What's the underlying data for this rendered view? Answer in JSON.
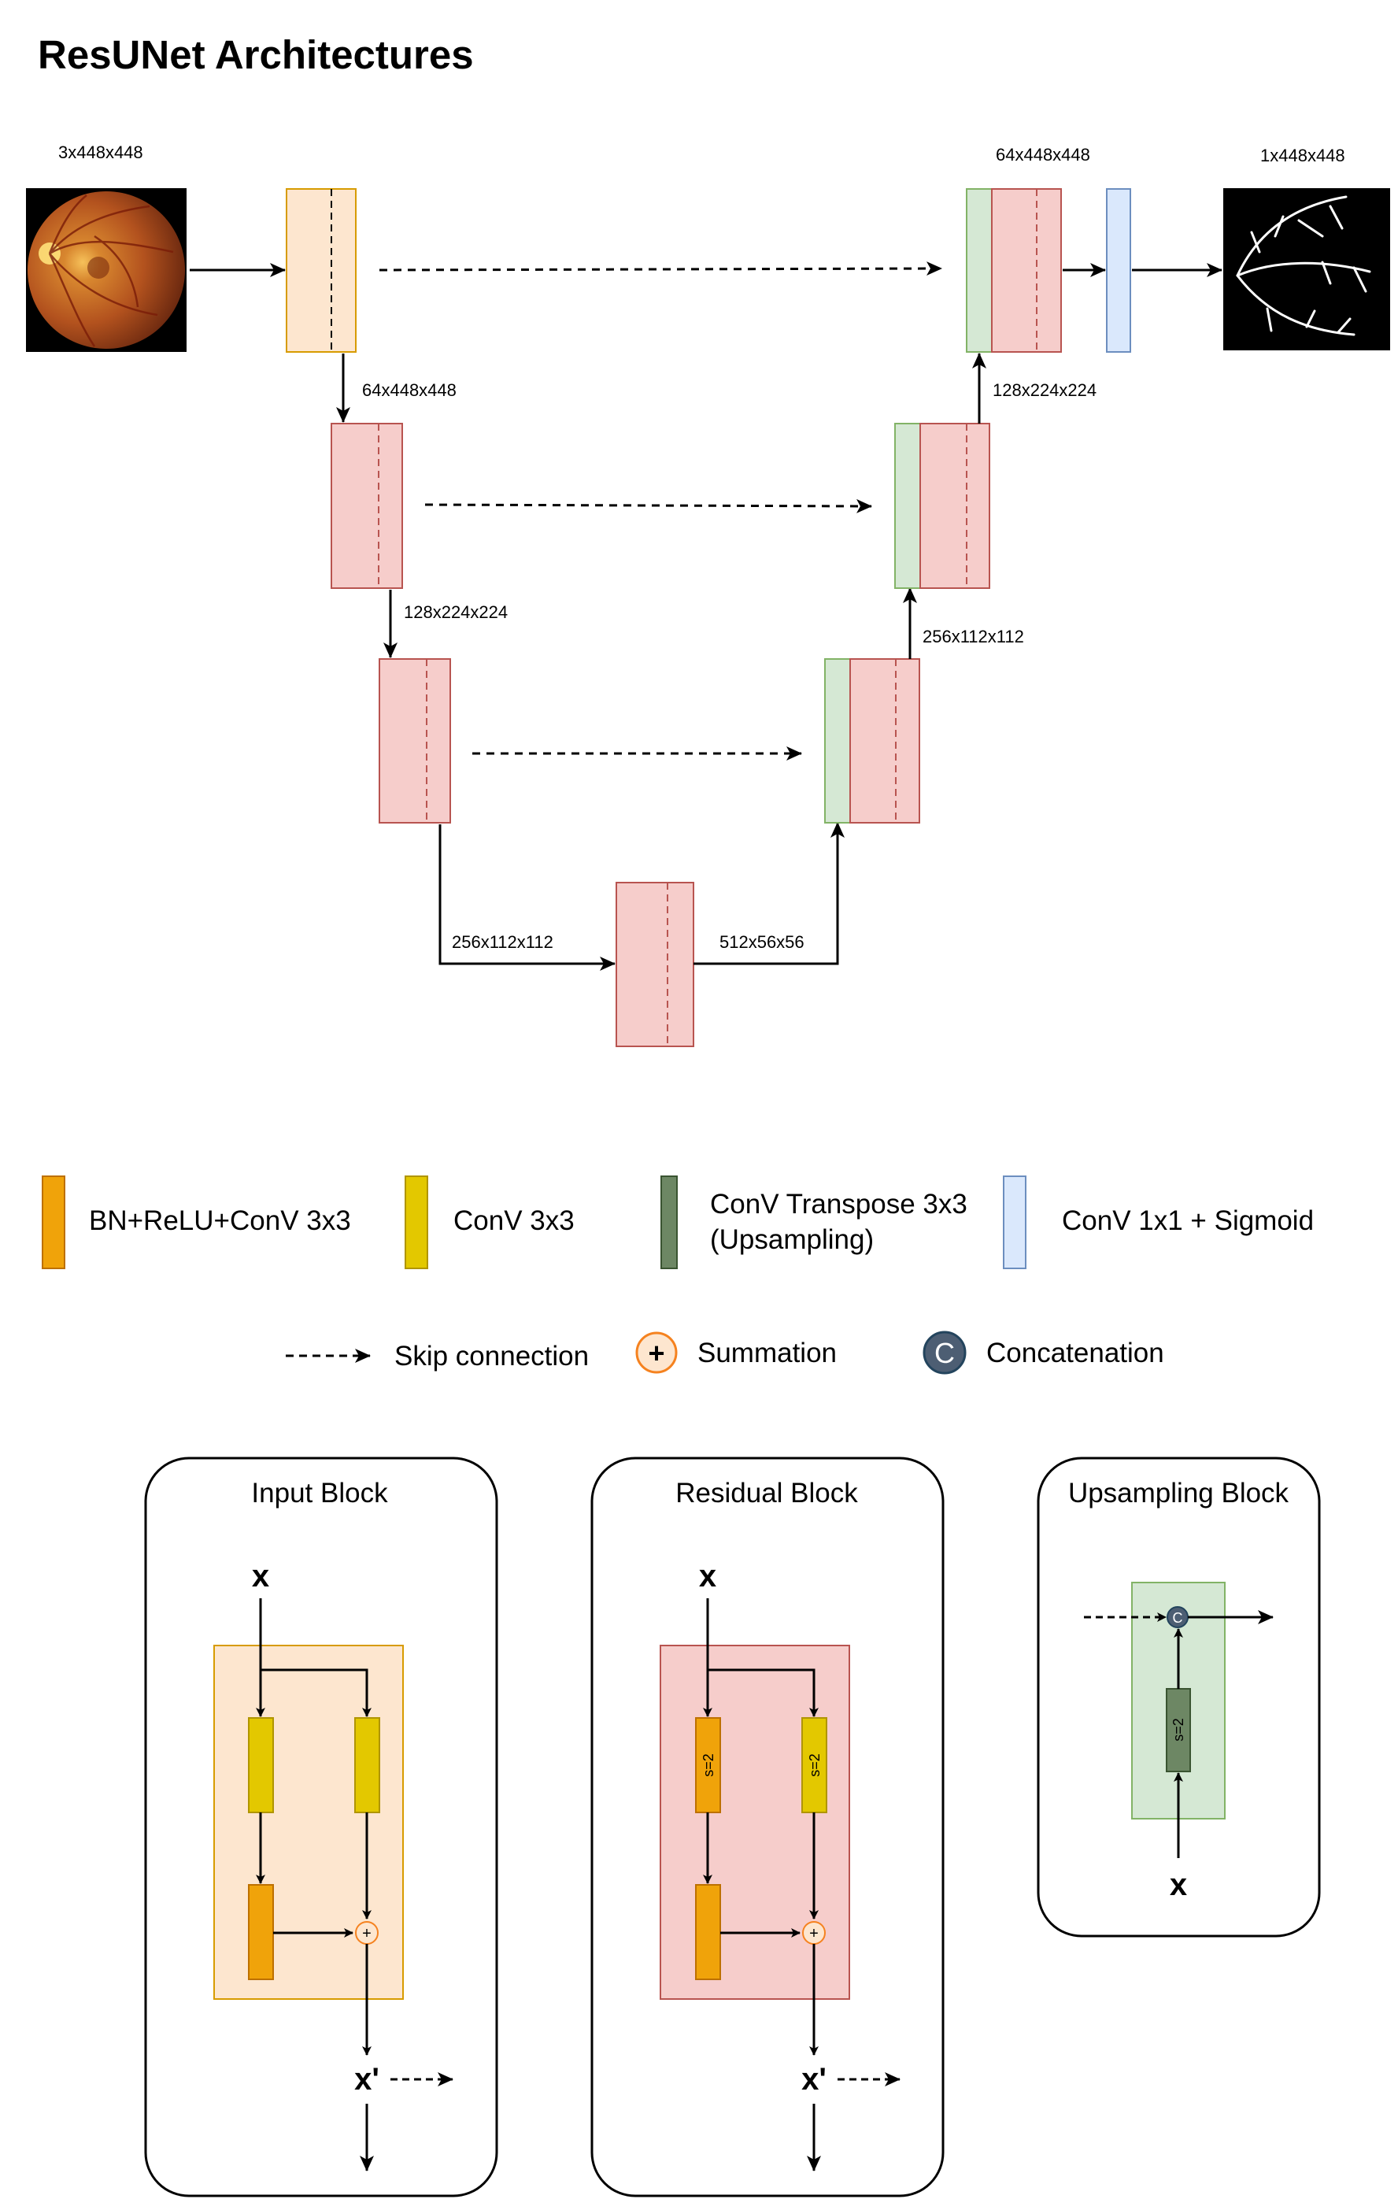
{
  "title": "ResUNet Architectures",
  "dimensions": {
    "input": "3x448x448",
    "enc1": "64x448x448",
    "enc2": "128x224x224",
    "enc3": "256x112x112",
    "bottleneck_in": "512x56x56",
    "dec3": "256x112x112",
    "dec2": "128x224x224",
    "dec1": "64x448x448",
    "output": "1x448x448"
  },
  "legend": {
    "bn_relu_conv": "BN+ReLU+ConV 3x3",
    "conv": "ConV 3x3",
    "conv_transpose_line1": "ConV Transpose 3x3",
    "conv_transpose_line2": "(Upsampling)",
    "conv1x1": "ConV 1x1 + Sigmoid",
    "skip": "Skip connection",
    "sum": "Summation",
    "sum_symbol": "+",
    "concat": "Concatenation",
    "concat_symbol": "C"
  },
  "panels": {
    "input_block": {
      "title": "Input Block",
      "x_in": "x",
      "x_out": "x'"
    },
    "residual_block": {
      "title": "Residual Block",
      "x_in": "x",
      "x_out": "x'",
      "stride": "s=2"
    },
    "upsampling_block": {
      "title": "Upsampling Block",
      "x_in": "x",
      "stride": "s=2",
      "concat_symbol": "C"
    }
  },
  "colors": {
    "input_fill": "#fde6cf",
    "input_stroke": "#d79b00",
    "res_fill": "#f6cdcb",
    "res_stroke": "#b85450",
    "up_fill": "#d5e8d4",
    "up_stroke": "#82b366",
    "out_fill": "#dae8fc",
    "out_stroke": "#6c8ebf",
    "bn_fill": "#f0a30a",
    "bn_stroke": "#bd7000",
    "conv_fill": "#e3c800",
    "conv_stroke": "#b09500",
    "tconv_fill": "#6d8764",
    "tconv_stroke": "#3a5431",
    "concat_fill": "#4d5e73",
    "concat_stroke": "#23445d"
  },
  "icons": {
    "input_image": "retina-fundus-image",
    "output_image": "vessel-segmentation-mask"
  }
}
